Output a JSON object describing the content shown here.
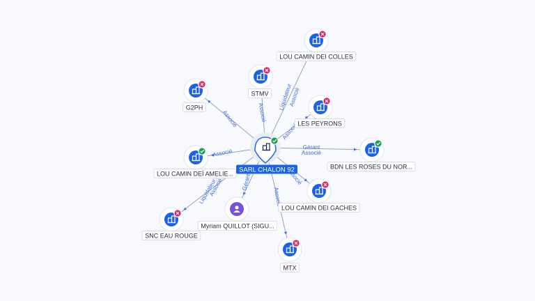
{
  "center": {
    "label": "SARL CHALON 92",
    "icon": "building-icon",
    "status": "active"
  },
  "nodes": [
    {
      "id": "colles",
      "label": "LOU CAMIN DEI COLLES",
      "icon": "building-icon",
      "status": "closed"
    },
    {
      "id": "stmv",
      "label": "STMV",
      "icon": "building-icon",
      "status": "closed"
    },
    {
      "id": "g2ph",
      "label": "G2PH",
      "icon": "building-icon",
      "status": "closed"
    },
    {
      "id": "peyrons",
      "label": "LES PEYRONS",
      "icon": "building-icon",
      "status": "closed"
    },
    {
      "id": "bdn",
      "label": "BDN LES ROSES DU NOR...",
      "icon": "building-icon",
      "status": "active"
    },
    {
      "id": "amelie",
      "label": "LOU CAMIN DEÏ AMELIE...",
      "icon": "building-icon",
      "status": "active"
    },
    {
      "id": "gaches",
      "label": "LOU CAMIN DEI GACHES",
      "icon": "building-icon",
      "status": "closed"
    },
    {
      "id": "quillot",
      "label": "Myriam QUILLOT (SIGU...",
      "icon": "person-icon",
      "status": "none"
    },
    {
      "id": "eaurouge",
      "label": "SNC EAU ROUGE",
      "icon": "building-icon",
      "status": "closed"
    },
    {
      "id": "mtx",
      "label": "MTX",
      "icon": "building-icon",
      "status": "closed"
    }
  ],
  "edges": [
    {
      "to": "colles",
      "labels": [
        "Liquidateur",
        "Associé"
      ]
    },
    {
      "to": "stmv",
      "labels": [
        "Associé"
      ]
    },
    {
      "to": "g2ph",
      "labels": [
        "Associé"
      ]
    },
    {
      "to": "peyrons",
      "labels": [
        "Associé"
      ]
    },
    {
      "to": "bdn",
      "labels": [
        "Gérant",
        "Associé"
      ]
    },
    {
      "to": "amelie",
      "labels": [
        "Associé"
      ]
    },
    {
      "to": "gaches",
      "labels": [
        "Associé"
      ]
    },
    {
      "to": "quillot",
      "labels": [
        "Gérant"
      ]
    },
    {
      "to": "eaurouge",
      "labels": [
        "Liquidateur",
        "Associé"
      ]
    },
    {
      "to": "mtx",
      "labels": [
        "Associé"
      ]
    }
  ],
  "colors": {
    "accent": "#1b63e6",
    "person": "#7a4fe0",
    "status_active": "#1f9d55",
    "status_closed": "#e0245e",
    "edge": "#9aa3b2",
    "edge_label": "#3b6fe0"
  }
}
